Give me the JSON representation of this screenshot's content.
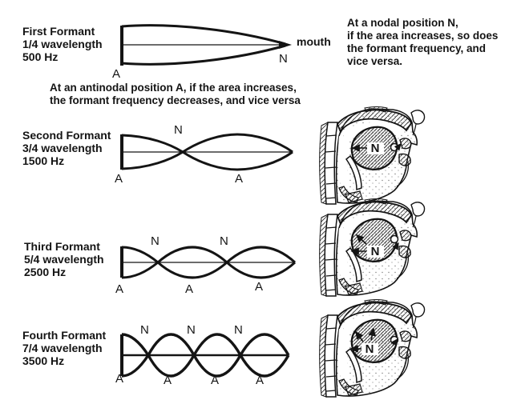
{
  "colors": {
    "ink": "#141414",
    "background": "#ffffff"
  },
  "annotations": {
    "nodal_note": [
      "At a nodal position N,",
      "if the area increases, so does",
      "the formant frequency, and",
      "vice versa."
    ],
    "antinodal_note": [
      "At an antinodal position A, if the area increases,",
      "the formant frequency decreases, and vice versa"
    ]
  },
  "formants": [
    {
      "name": "First Formant",
      "wavelength": "1/4 wavelength",
      "frequency": "500 Hz",
      "wave": {
        "type": "standing-wave-envelope",
        "mouth_label": "mouth",
        "node_labels": [
          "N"
        ],
        "antinode_labels": [
          "A"
        ]
      }
    },
    {
      "name": "Second Formant",
      "wavelength": "3/4 wavelength",
      "frequency": "1500 Hz",
      "wave": {
        "type": "standing-wave-envelope",
        "node_labels": [
          "N"
        ],
        "antinode_labels": [
          "A",
          "A"
        ]
      },
      "head": {
        "node_label": "N"
      }
    },
    {
      "name": "Third Formant",
      "wavelength": "5/4 wavelength",
      "frequency": "2500 Hz",
      "wave": {
        "type": "standing-wave-envelope",
        "node_labels": [
          "N",
          "N"
        ],
        "antinode_labels": [
          "A",
          "A",
          "A"
        ]
      },
      "head": {
        "node_label": "N"
      }
    },
    {
      "name": "Fourth Formant",
      "wavelength": "7/4 wavelength",
      "frequency": "3500 Hz",
      "wave": {
        "type": "standing-wave-envelope",
        "node_labels": [
          "N",
          "N",
          "N"
        ],
        "antinode_labels": [
          "A",
          "A",
          "A",
          "A"
        ]
      },
      "head": {
        "node_label": "N"
      }
    }
  ]
}
